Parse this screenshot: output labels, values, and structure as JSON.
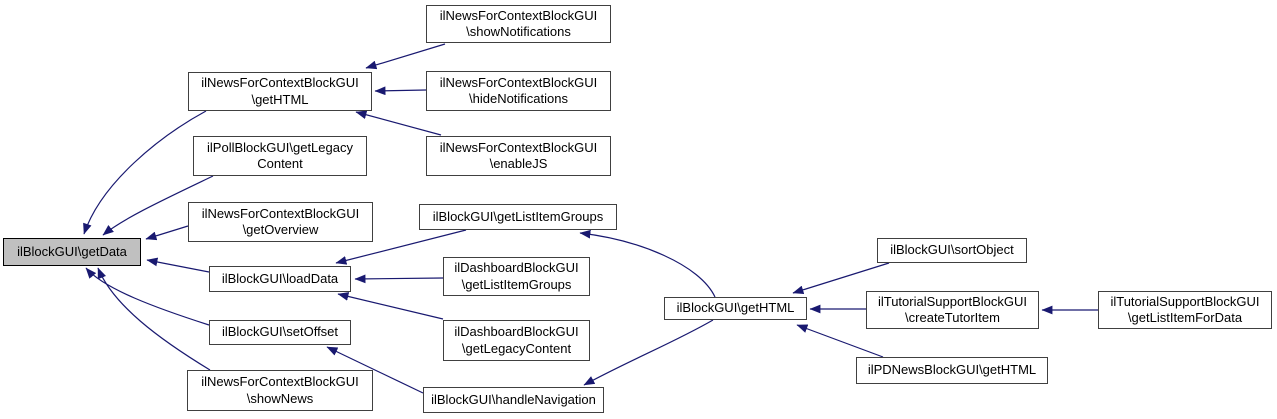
{
  "diagram": {
    "type": "caller-graph",
    "background_color": "#ffffff",
    "edge_color": "#191970",
    "node_border_color": "#404040",
    "highlight_fill_color": "#c0c0c0",
    "highlighted_node": "block_get_data",
    "nodes": [
      {
        "id": "news_show_notifications",
        "label": "ilNewsForContextBlockGUI\\showNotifications",
        "lines": [
          "ilNewsForContextBlockGUI",
          "\\showNotifications"
        ],
        "highlighted": false
      },
      {
        "id": "news_get_html",
        "label": "ilNewsForContextBlockGUI\\getHTML",
        "lines": [
          "ilNewsForContextBlockGUI",
          "\\getHTML"
        ],
        "highlighted": false
      },
      {
        "id": "news_hide_notifications",
        "label": "ilNewsForContextBlockGUI\\hideNotifications",
        "lines": [
          "ilNewsForContextBlockGUI",
          "\\hideNotifications"
        ],
        "highlighted": false
      },
      {
        "id": "poll_get_legacy_content",
        "label": "ilPollBlockGUI\\getLegacyContent",
        "lines": [
          "ilPollBlockGUI\\getLegacy",
          "Content"
        ],
        "highlighted": false
      },
      {
        "id": "news_enable_js",
        "label": "ilNewsForContextBlockGUI\\enableJS",
        "lines": [
          "ilNewsForContextBlockGUI",
          "\\enableJS"
        ],
        "highlighted": false
      },
      {
        "id": "news_get_overview",
        "label": "ilNewsForContextBlockGUI\\getOverview",
        "lines": [
          "ilNewsForContextBlockGUI",
          "\\getOverview"
        ],
        "highlighted": false
      },
      {
        "id": "block_get_list_item_groups",
        "label": "ilBlockGUI\\getListItemGroups",
        "lines": [
          "ilBlockGUI\\getListItemGroups"
        ],
        "highlighted": false
      },
      {
        "id": "block_get_data",
        "label": "ilBlockGUI\\getData",
        "lines": [
          "ilBlockGUI\\getData"
        ],
        "highlighted": true
      },
      {
        "id": "block_load_data",
        "label": "ilBlockGUI\\loadData",
        "lines": [
          "ilBlockGUI\\loadData"
        ],
        "highlighted": false
      },
      {
        "id": "dash_get_list_item_groups",
        "label": "ilDashboardBlockGUI\\getListItemGroups",
        "lines": [
          "ilDashboardBlockGUI",
          "\\getListItemGroups"
        ],
        "highlighted": false
      },
      {
        "id": "block_set_offset",
        "label": "ilBlockGUI\\setOffset",
        "lines": [
          "ilBlockGUI\\setOffset"
        ],
        "highlighted": false
      },
      {
        "id": "dash_get_legacy_content",
        "label": "ilDashboardBlockGUI\\getLegacyContent",
        "lines": [
          "ilDashboardBlockGUI",
          "\\getLegacyContent"
        ],
        "highlighted": false
      },
      {
        "id": "news_show_news",
        "label": "ilNewsForContextBlockGUI\\showNews",
        "lines": [
          "ilNewsForContextBlockGUI",
          "\\showNews"
        ],
        "highlighted": false
      },
      {
        "id": "block_handle_navigation",
        "label": "ilBlockGUI\\handleNavigation",
        "lines": [
          "ilBlockGUI\\handleNavigation"
        ],
        "highlighted": false
      },
      {
        "id": "block_get_html",
        "label": "ilBlockGUI\\getHTML",
        "lines": [
          "ilBlockGUI\\getHTML"
        ],
        "highlighted": false
      },
      {
        "id": "block_sort_object",
        "label": "ilBlockGUI\\sortObject",
        "lines": [
          "ilBlockGUI\\sortObject"
        ],
        "highlighted": false
      },
      {
        "id": "tutorial_create_tutor_item",
        "label": "ilTutorialSupportBlockGUI\\createTutorItem",
        "lines": [
          "ilTutorialSupportBlockGUI",
          "\\createTutorItem"
        ],
        "highlighted": false
      },
      {
        "id": "tutorial_get_list_item_for_data",
        "label": "ilTutorialSupportBlockGUI\\getListItemForData",
        "lines": [
          "ilTutorialSupportBlockGUI",
          "\\getListItemForData"
        ],
        "highlighted": false
      },
      {
        "id": "pdnews_get_html",
        "label": "ilPDNewsBlockGUI\\getHTML",
        "lines": [
          "ilPDNewsBlockGUI\\getHTML"
        ],
        "highlighted": false
      }
    ],
    "edges": [
      {
        "from": "news_show_notifications",
        "to": "news_get_html"
      },
      {
        "from": "news_hide_notifications",
        "to": "news_get_html"
      },
      {
        "from": "news_enable_js",
        "to": "news_get_html"
      },
      {
        "from": "news_get_html",
        "to": "block_get_data"
      },
      {
        "from": "poll_get_legacy_content",
        "to": "block_get_data"
      },
      {
        "from": "news_get_overview",
        "to": "block_get_data"
      },
      {
        "from": "block_load_data",
        "to": "block_get_data"
      },
      {
        "from": "block_set_offset",
        "to": "block_get_data"
      },
      {
        "from": "news_show_news",
        "to": "block_get_data"
      },
      {
        "from": "block_get_list_item_groups",
        "to": "block_load_data"
      },
      {
        "from": "dash_get_list_item_groups",
        "to": "block_load_data"
      },
      {
        "from": "dash_get_legacy_content",
        "to": "block_load_data"
      },
      {
        "from": "block_handle_navigation",
        "to": "block_set_offset"
      },
      {
        "from": "block_get_html",
        "to": "block_get_list_item_groups"
      },
      {
        "from": "block_get_html",
        "to": "block_handle_navigation"
      },
      {
        "from": "block_sort_object",
        "to": "block_get_html"
      },
      {
        "from": "tutorial_create_tutor_item",
        "to": "block_get_html"
      },
      {
        "from": "pdnews_get_html",
        "to": "block_get_html"
      },
      {
        "from": "tutorial_get_list_item_for_data",
        "to": "tutorial_create_tutor_item"
      }
    ]
  }
}
